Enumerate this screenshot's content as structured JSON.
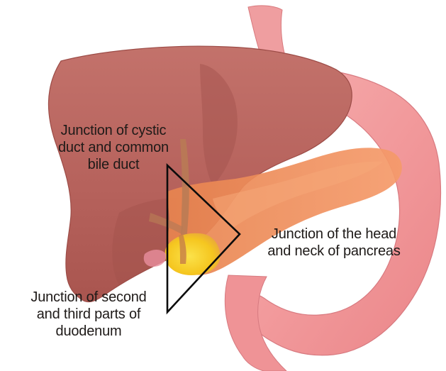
{
  "labels": {
    "cystic_duct": {
      "line1": "Junction of cystic",
      "line2": "duct and common",
      "line3": "bile duct"
    },
    "pancreas": {
      "line1": "Junction of the head",
      "line2": "and neck of pancreas"
    },
    "duodenum": {
      "line1": "Junction of second",
      "line2": "and third parts of",
      "line3": "duodenum"
    }
  },
  "colors": {
    "liver": "#b8655e",
    "stomach": "#f09a9c",
    "pancreas": "#ee8a5a",
    "gallbladder_highlight": "#f7d12a",
    "triangle_outline": "#0c0c0c",
    "label_text": "#1e1a18"
  }
}
